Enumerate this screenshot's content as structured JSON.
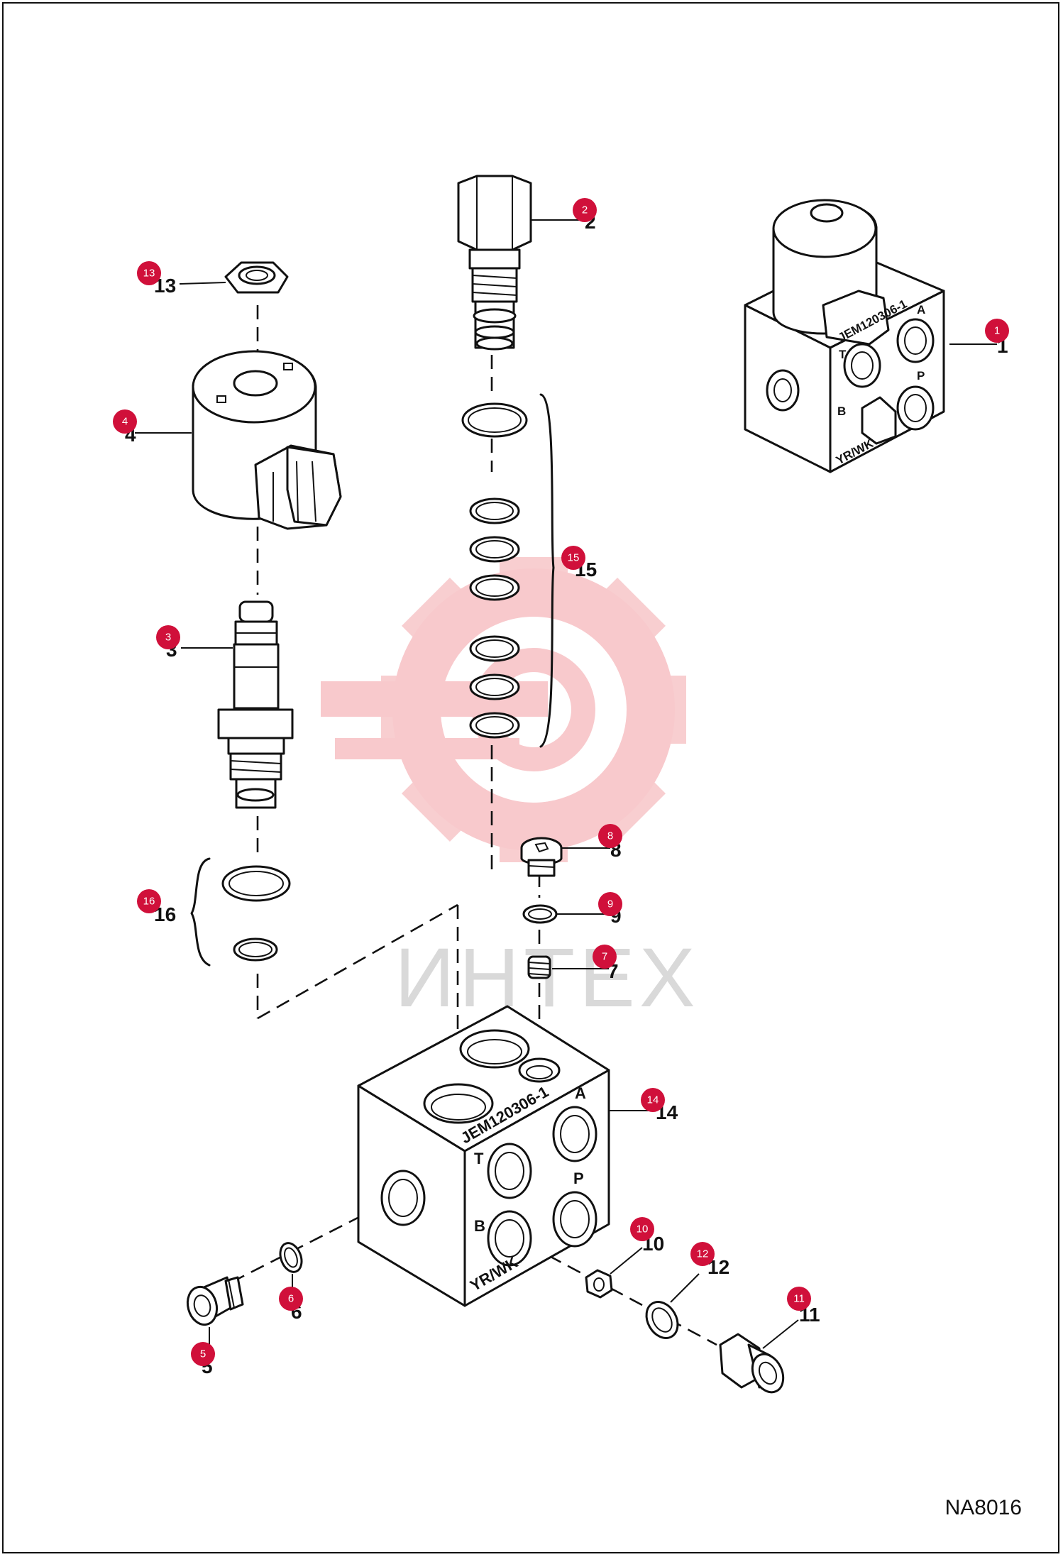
{
  "figure_code": "NA8016",
  "watermark": {
    "text": "ИНТЕХ",
    "gear_color": "#f8c9cc"
  },
  "block_markings": {
    "part_number": "JEM120306-1",
    "port_a": "A",
    "port_b": "B",
    "port_t": "T",
    "port_p": "P",
    "code": "YR/WK"
  },
  "callouts": [
    {
      "id": "1",
      "label": "1",
      "badge": "1"
    },
    {
      "id": "2",
      "label": "2",
      "badge": "2"
    },
    {
      "id": "3",
      "label": "3",
      "badge": "3"
    },
    {
      "id": "4",
      "label": "4",
      "badge": "4"
    },
    {
      "id": "5",
      "label": "5",
      "badge": "5"
    },
    {
      "id": "6",
      "label": "6",
      "badge": "6"
    },
    {
      "id": "7",
      "label": "7",
      "badge": "7"
    },
    {
      "id": "8",
      "label": "8",
      "badge": "8"
    },
    {
      "id": "9",
      "label": "9",
      "badge": "9"
    },
    {
      "id": "10",
      "label": "10",
      "badge": "10"
    },
    {
      "id": "11",
      "label": "11",
      "badge": "11"
    },
    {
      "id": "12",
      "label": "12",
      "badge": "12"
    },
    {
      "id": "13",
      "label": "13",
      "badge": "13"
    },
    {
      "id": "14",
      "label": "14",
      "badge": "14"
    },
    {
      "id": "15",
      "label": "15",
      "badge": "15"
    },
    {
      "id": "16",
      "label": "16",
      "badge": "16"
    }
  ],
  "colors": {
    "badge": "#d0103a",
    "line": "#111111"
  }
}
